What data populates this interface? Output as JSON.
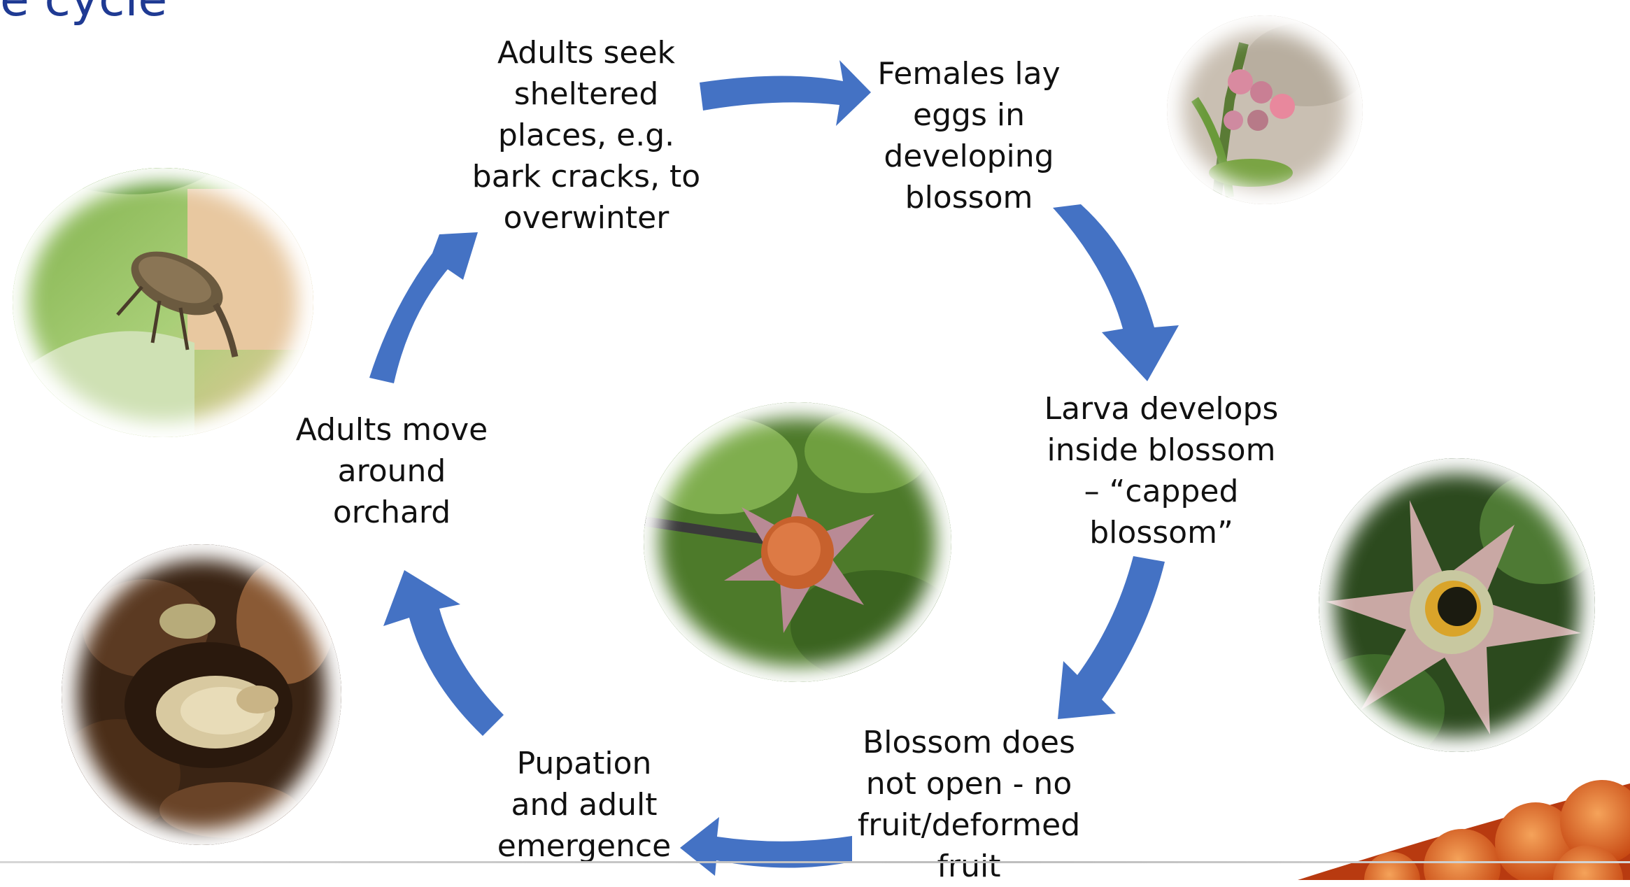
{
  "title": "e cycle",
  "stages": {
    "adults_seek": "Adults seek sheltered places, e.g. bark cracks, to overwinter",
    "females_lay": "Females lay eggs in developing blossom",
    "larva_develops": "Larva develops inside blossom – “capped blossom”",
    "blossom_does_not_open": "Blossom does not open - no fruit/deformed fruit",
    "pupation": "Pupation and adult emergence",
    "adults_move": "Adults move around orchard"
  },
  "colors": {
    "arrow": "#4472c4",
    "title": "#1f3a93",
    "text": "#111111"
  }
}
